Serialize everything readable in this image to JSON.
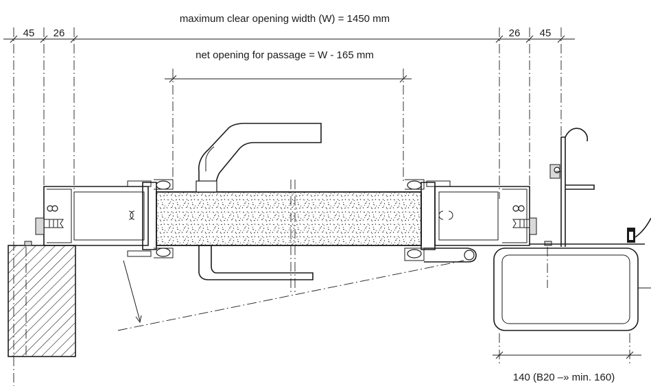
{
  "dimensions": {
    "max_clear_opening": "maximum clear opening width (W) = 1450 mm",
    "net_opening": "net opening for passage = W - 165 mm",
    "left_outer": "45",
    "left_inner": "26",
    "right_inner": "26",
    "right_outer": "45",
    "post_width": "140 (B20 –» min. 160)"
  }
}
